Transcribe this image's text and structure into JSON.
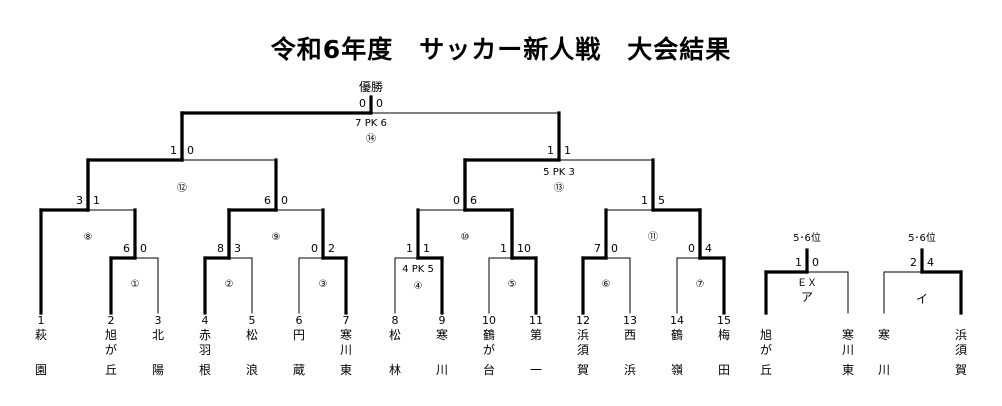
{
  "title": "令和6年度　サッカー新人戦　大会結果",
  "final": {
    "label": "優勝",
    "score_left": "0",
    "score_right": "0",
    "pk": "7 PK 6",
    "match_no": "⑭"
  },
  "semifinals": [
    {
      "score_left": "1",
      "score_right": "0",
      "match_no": "⑫"
    },
    {
      "score_left": "1",
      "score_right": "1",
      "pk": "5 PK 3",
      "match_no": "⑬"
    }
  ],
  "quarterfinals": [
    {
      "score_left": "3",
      "score_right": "1",
      "match_no": "⑧"
    },
    {
      "score_left": "6",
      "score_right": "0",
      "match_no": "⑨"
    },
    {
      "score_left": "0",
      "score_right": "6",
      "match_no": "⑩"
    },
    {
      "score_left": "1",
      "score_right": "5",
      "match_no": "⑪"
    }
  ],
  "first_round": [
    {
      "score_left": "6",
      "score_right": "0",
      "match_no": "①"
    },
    {
      "score_left": "8",
      "score_right": "3",
      "match_no": "②"
    },
    {
      "score_left": "0",
      "score_right": "2",
      "match_no": "③"
    },
    {
      "score_left": "1",
      "score_right": "1",
      "pk": "4 PK 5",
      "match_no": "④"
    },
    {
      "score_left": "1",
      "score_right": "10",
      "match_no": "⑤"
    },
    {
      "score_left": "7",
      "score_right": "0",
      "match_no": "⑥"
    },
    {
      "score_left": "0",
      "score_right": "4",
      "match_no": "⑦"
    }
  ],
  "placement_matches": [
    {
      "label": "5･6位",
      "score_left": "1",
      "score_right": "0",
      "tag": "ＥＸ",
      "match_no": "ア"
    },
    {
      "label": "5･6位",
      "score_left": "2",
      "score_right": "4",
      "tag": "",
      "match_no": "イ"
    }
  ],
  "teams": [
    {
      "no": "1",
      "name": [
        "萩",
        "",
        "園"
      ]
    },
    {
      "no": "2",
      "name": [
        "旭",
        "が",
        "丘"
      ]
    },
    {
      "no": "3",
      "name": [
        "北",
        "",
        "陽"
      ]
    },
    {
      "no": "4",
      "name": [
        "赤",
        "羽",
        "根"
      ]
    },
    {
      "no": "5",
      "name": [
        "松",
        "",
        "浪"
      ]
    },
    {
      "no": "6",
      "name": [
        "円",
        "",
        "蔵"
      ]
    },
    {
      "no": "7",
      "name": [
        "寒",
        "川",
        "東"
      ]
    },
    {
      "no": "8",
      "name": [
        "松",
        "",
        "林"
      ]
    },
    {
      "no": "9",
      "name": [
        "寒",
        "",
        "川"
      ]
    },
    {
      "no": "10",
      "name": [
        "鶴",
        "が",
        "台"
      ]
    },
    {
      "no": "11",
      "name": [
        "第",
        "",
        "一"
      ]
    },
    {
      "no": "12",
      "name": [
        "浜",
        "須",
        "賀"
      ]
    },
    {
      "no": "13",
      "name": [
        "西",
        "",
        "浜"
      ]
    },
    {
      "no": "14",
      "name": [
        "鶴",
        "",
        "嶺"
      ]
    },
    {
      "no": "15",
      "name": [
        "梅",
        "",
        "田"
      ]
    }
  ],
  "placement_teams": [
    {
      "name": [
        "旭",
        "が",
        "丘"
      ]
    },
    {
      "name": [
        "寒",
        "川",
        "東"
      ]
    },
    {
      "name": [
        "寒",
        "",
        "川"
      ]
    },
    {
      "name": [
        "浜",
        "須",
        "賀"
      ]
    }
  ]
}
